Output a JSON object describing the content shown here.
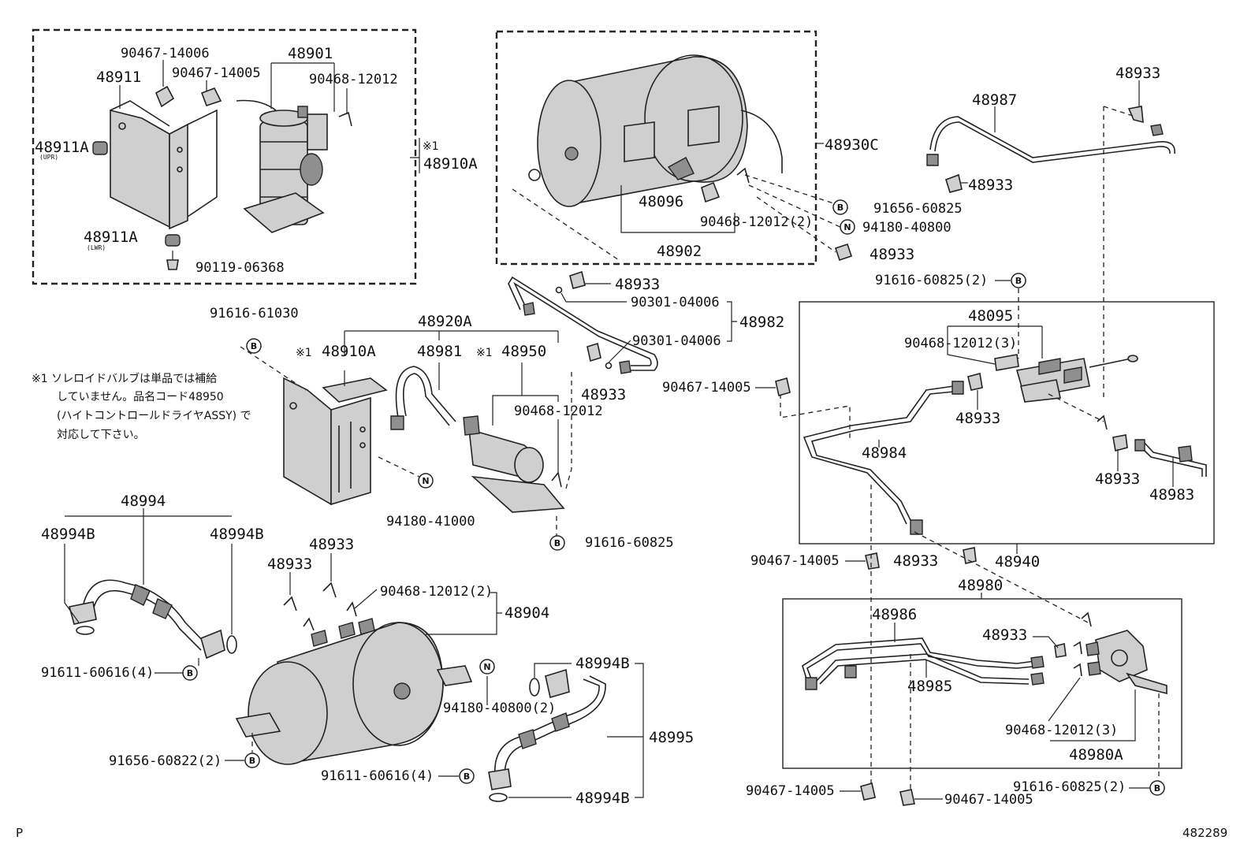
{
  "labels": {
    "p90467_14006": "90467-14006",
    "p48901": "48901",
    "p48911": "48911",
    "p90467_14005_top": "90467-14005",
    "p90468_12012_top": "90468-12012",
    "p48911A_upr": "48911A",
    "upr": "(UPR)",
    "p48911A_lwr": "48911A",
    "lwr": "(LWR)",
    "p90119_06368": "90119-06368",
    "mark1_top": "※1",
    "p48910A_right": "48910A",
    "p48930C": "48930C",
    "p48096": "48096",
    "p90468_12012_2_mid": "90468-12012(2)",
    "p91656_60825": "91656-60825",
    "p94180_40800": "94180-40800",
    "p48933_tank": "48933",
    "p48902": "48902",
    "p48987": "48987",
    "p48933_tr1": "48933",
    "p48933_tr2": "48933",
    "p48933_pipe": "48933",
    "p90301_04006_a": "90301-04006",
    "p48982": "48982",
    "p90301_04006_b": "90301-04006",
    "p48933_small": "48933",
    "p91616_61030": "91616-61030",
    "p48920A": "48920A",
    "mark1_a": "※1",
    "p48910A_mid": "48910A",
    "p48981": "48981",
    "mark1_b": "※1",
    "p48950": "48950",
    "p90468_12012_mid": "90468-12012",
    "p94180_41000": "94180-41000",
    "p91616_60825_mid": "91616-60825",
    "p91616_60825_2_top": "91616-60825(2)",
    "p48095": "48095",
    "p90468_12012_3_top": "90468-12012(3)",
    "p90467_14005_left": "90467-14005",
    "p48933_valve": "48933",
    "p48984": "48984",
    "p48933_r1": "48933",
    "p48983": "48983",
    "p90467_14005_b2": "90467-14005",
    "p48933_b2": "48933",
    "p48940": "48940",
    "p48994": "48994",
    "p48994B_l1": "48994B",
    "p48994B_l2": "48994B",
    "p91611_60616_4_l": "91611-60616(4)",
    "p48933_t1": "48933",
    "p48933_t2": "48933",
    "p90468_12012_2_bot": "90468-12012(2)",
    "p48904": "48904",
    "p48994B_r1": "48994B",
    "p94180_40800_2": "94180-40800(2)",
    "p48995": "48995",
    "p91656_60822_2": "91656-60822(2)",
    "p91611_60616_4_b": "91611-60616(4)",
    "p48994B_r2": "48994B",
    "p48980": "48980",
    "p48986": "48986",
    "p48933_br": "48933",
    "p48985": "48985",
    "p90468_12012_3_bot": "90468-12012(3)",
    "p48980A": "48980A",
    "p90467_14005_bl": "90467-14005",
    "p90467_14005_bm": "90467-14005",
    "p91616_60825_2_bot": "91616-60825(2)"
  },
  "symbols": {
    "b": "B",
    "n": "N"
  },
  "note": {
    "line1": "※1 ソレロイドバルブは単品では補給",
    "line2": "していません。品名コード48950",
    "line3": "(ハイトコントロールドライヤASSY) で",
    "line4": "対応して下さい。"
  },
  "corner": {
    "left": "P",
    "right": "482289"
  }
}
